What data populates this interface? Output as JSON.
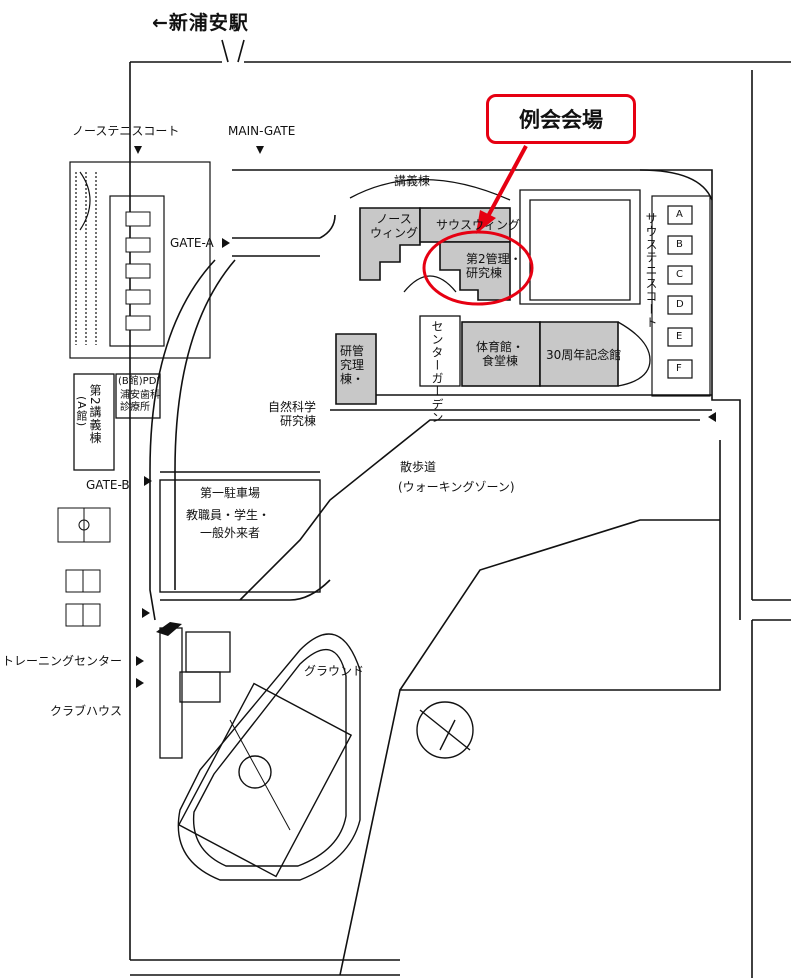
{
  "station": "←新浦安駅",
  "callout": "例会会場",
  "gates": {
    "main": "MAIN-GATE",
    "a": "GATE-A",
    "b": "GATE-B"
  },
  "courts": {
    "north": "ノーステニスコート",
    "south": "サウステニスコート",
    "letters": [
      "A",
      "B",
      "C",
      "D",
      "E",
      "F"
    ]
  },
  "buildings": {
    "lecture": "講義棟",
    "north_wing": "ノース\nウィング",
    "south_wing": "サウスウィング",
    "admin_research": "第2管理・\n研究棟",
    "center_garden": "センターガーデン",
    "gym": "体育館・\n食堂棟",
    "memorial": "30周年記念館",
    "research_admin": "研管\n究理\n棟・",
    "science": "自然科学\n研究棟",
    "lecture2_a": "第2講義棟",
    "lecture2_a_sub": "(A館)",
    "pdi_b": "(B館)PDI",
    "pdi_clinic": "浦安歯科\n診療所",
    "training": "トレーニングセンター",
    "clubhouse": "クラブハウス",
    "ground": "グラウンド"
  },
  "parking": {
    "title": "第一駐車場",
    "line1": "教職員・学生・",
    "line2": "一般外来者"
  },
  "promenade": {
    "title": "散歩道",
    "sub": "(ウォーキングゾーン)"
  },
  "colors": {
    "building_fill": "#c8c8c8",
    "highlight": "#e60012",
    "line": "#111111"
  }
}
